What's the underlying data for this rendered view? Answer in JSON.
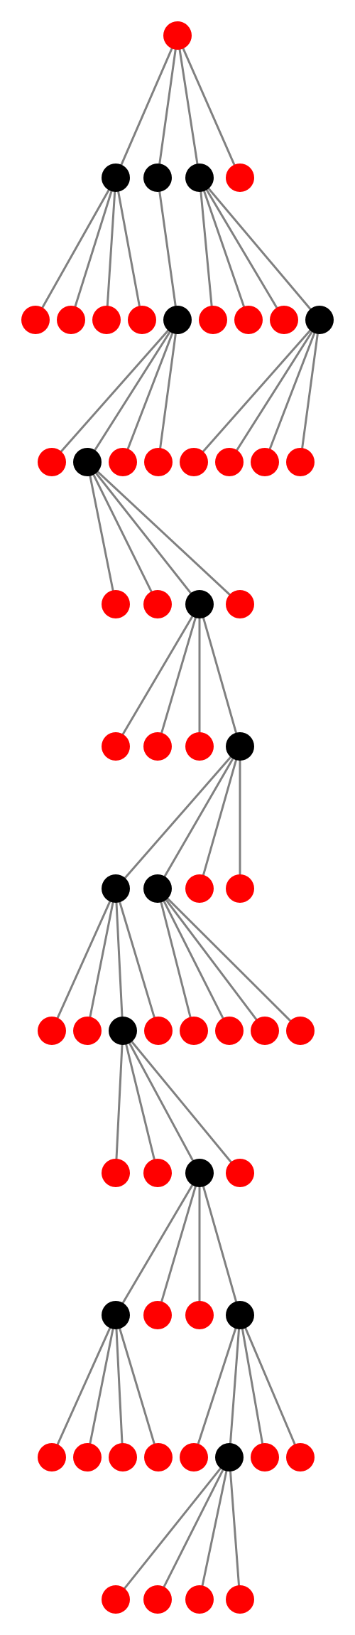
{
  "colors": {
    "leaf": "#ff0000",
    "internal": "#000000",
    "edge": "#808080",
    "background": "#ffffff"
  },
  "nodes": [
    {
      "id": "n0",
      "kind": "internal-root",
      "color": "red"
    },
    {
      "id": "n1",
      "kind": "internal",
      "color": "black",
      "parent": "n0"
    },
    {
      "id": "n2",
      "kind": "internal",
      "color": "black",
      "parent": "n0"
    },
    {
      "id": "n3",
      "kind": "internal",
      "color": "black",
      "parent": "n0"
    },
    {
      "id": "n4",
      "kind": "leaf",
      "color": "red",
      "parent": "n0"
    },
    {
      "id": "n5",
      "kind": "leaf",
      "color": "red",
      "parent": "n1"
    },
    {
      "id": "n6",
      "kind": "leaf",
      "color": "red",
      "parent": "n1"
    },
    {
      "id": "n7",
      "kind": "leaf",
      "color": "red",
      "parent": "n1"
    },
    {
      "id": "n8",
      "kind": "leaf",
      "color": "red",
      "parent": "n1"
    },
    {
      "id": "n9",
      "kind": "internal",
      "color": "black",
      "parent": "n2"
    },
    {
      "id": "n10",
      "kind": "leaf",
      "color": "red",
      "parent": "n3"
    },
    {
      "id": "n11",
      "kind": "leaf",
      "color": "red",
      "parent": "n3"
    },
    {
      "id": "n12",
      "kind": "leaf",
      "color": "red",
      "parent": "n3"
    },
    {
      "id": "n13",
      "kind": "internal",
      "color": "black",
      "parent": "n3"
    },
    {
      "id": "n14",
      "kind": "leaf",
      "color": "red",
      "parent": "n9"
    },
    {
      "id": "n15",
      "kind": "internal",
      "color": "black",
      "parent": "n9"
    },
    {
      "id": "n16",
      "kind": "leaf",
      "color": "red",
      "parent": "n9"
    },
    {
      "id": "n17",
      "kind": "leaf",
      "color": "red",
      "parent": "n9"
    },
    {
      "id": "n18",
      "kind": "leaf",
      "color": "red",
      "parent": "n13"
    },
    {
      "id": "n19",
      "kind": "leaf",
      "color": "red",
      "parent": "n13"
    },
    {
      "id": "n20",
      "kind": "leaf",
      "color": "red",
      "parent": "n13"
    },
    {
      "id": "n21",
      "kind": "leaf",
      "color": "red",
      "parent": "n13"
    },
    {
      "id": "n22",
      "kind": "leaf",
      "color": "red",
      "parent": "n15"
    },
    {
      "id": "n23",
      "kind": "leaf",
      "color": "red",
      "parent": "n15"
    },
    {
      "id": "n24",
      "kind": "internal",
      "color": "black",
      "parent": "n15"
    },
    {
      "id": "n25",
      "kind": "leaf",
      "color": "red",
      "parent": "n15"
    },
    {
      "id": "n26",
      "kind": "leaf",
      "color": "red",
      "parent": "n24"
    },
    {
      "id": "n27",
      "kind": "leaf",
      "color": "red",
      "parent": "n24"
    },
    {
      "id": "n28",
      "kind": "leaf",
      "color": "red",
      "parent": "n24"
    },
    {
      "id": "n29",
      "kind": "internal",
      "color": "black",
      "parent": "n24"
    },
    {
      "id": "n30",
      "kind": "internal",
      "color": "black",
      "parent": "n29"
    },
    {
      "id": "n31",
      "kind": "internal",
      "color": "black",
      "parent": "n29"
    },
    {
      "id": "n32",
      "kind": "leaf",
      "color": "red",
      "parent": "n29"
    },
    {
      "id": "n33",
      "kind": "leaf",
      "color": "red",
      "parent": "n29"
    },
    {
      "id": "n34",
      "kind": "leaf",
      "color": "red",
      "parent": "n30"
    },
    {
      "id": "n35",
      "kind": "leaf",
      "color": "red",
      "parent": "n30"
    },
    {
      "id": "n36",
      "kind": "internal",
      "color": "black",
      "parent": "n30"
    },
    {
      "id": "n37",
      "kind": "leaf",
      "color": "red",
      "parent": "n30"
    },
    {
      "id": "n38",
      "kind": "leaf",
      "color": "red",
      "parent": "n31"
    },
    {
      "id": "n39",
      "kind": "leaf",
      "color": "red",
      "parent": "n31"
    },
    {
      "id": "n40",
      "kind": "leaf",
      "color": "red",
      "parent": "n31"
    },
    {
      "id": "n41",
      "kind": "leaf",
      "color": "red",
      "parent": "n31"
    },
    {
      "id": "n42",
      "kind": "leaf",
      "color": "red",
      "parent": "n36"
    },
    {
      "id": "n43",
      "kind": "leaf",
      "color": "red",
      "parent": "n36"
    },
    {
      "id": "n44",
      "kind": "internal",
      "color": "black",
      "parent": "n36"
    },
    {
      "id": "n45",
      "kind": "leaf",
      "color": "red",
      "parent": "n36"
    },
    {
      "id": "n46",
      "kind": "internal",
      "color": "black",
      "parent": "n44"
    },
    {
      "id": "n47",
      "kind": "leaf",
      "color": "red",
      "parent": "n44"
    },
    {
      "id": "n48",
      "kind": "leaf",
      "color": "red",
      "parent": "n44"
    },
    {
      "id": "n49",
      "kind": "internal",
      "color": "black",
      "parent": "n44"
    },
    {
      "id": "n50",
      "kind": "leaf",
      "color": "red",
      "parent": "n46"
    },
    {
      "id": "n51",
      "kind": "leaf",
      "color": "red",
      "parent": "n46"
    },
    {
      "id": "n52",
      "kind": "leaf",
      "color": "red",
      "parent": "n46"
    },
    {
      "id": "n53",
      "kind": "leaf",
      "color": "red",
      "parent": "n46"
    },
    {
      "id": "n54",
      "kind": "leaf",
      "color": "red",
      "parent": "n49"
    },
    {
      "id": "n55",
      "kind": "internal",
      "color": "black",
      "parent": "n49"
    },
    {
      "id": "n56",
      "kind": "leaf",
      "color": "red",
      "parent": "n49"
    },
    {
      "id": "n57",
      "kind": "leaf",
      "color": "red",
      "parent": "n49"
    },
    {
      "id": "n58",
      "kind": "leaf",
      "color": "red",
      "parent": "n55"
    },
    {
      "id": "n59",
      "kind": "leaf",
      "color": "red",
      "parent": "n55"
    },
    {
      "id": "n60",
      "kind": "leaf",
      "color": "red",
      "parent": "n55"
    },
    {
      "id": "n61",
      "kind": "leaf",
      "color": "red",
      "parent": "n55"
    }
  ]
}
